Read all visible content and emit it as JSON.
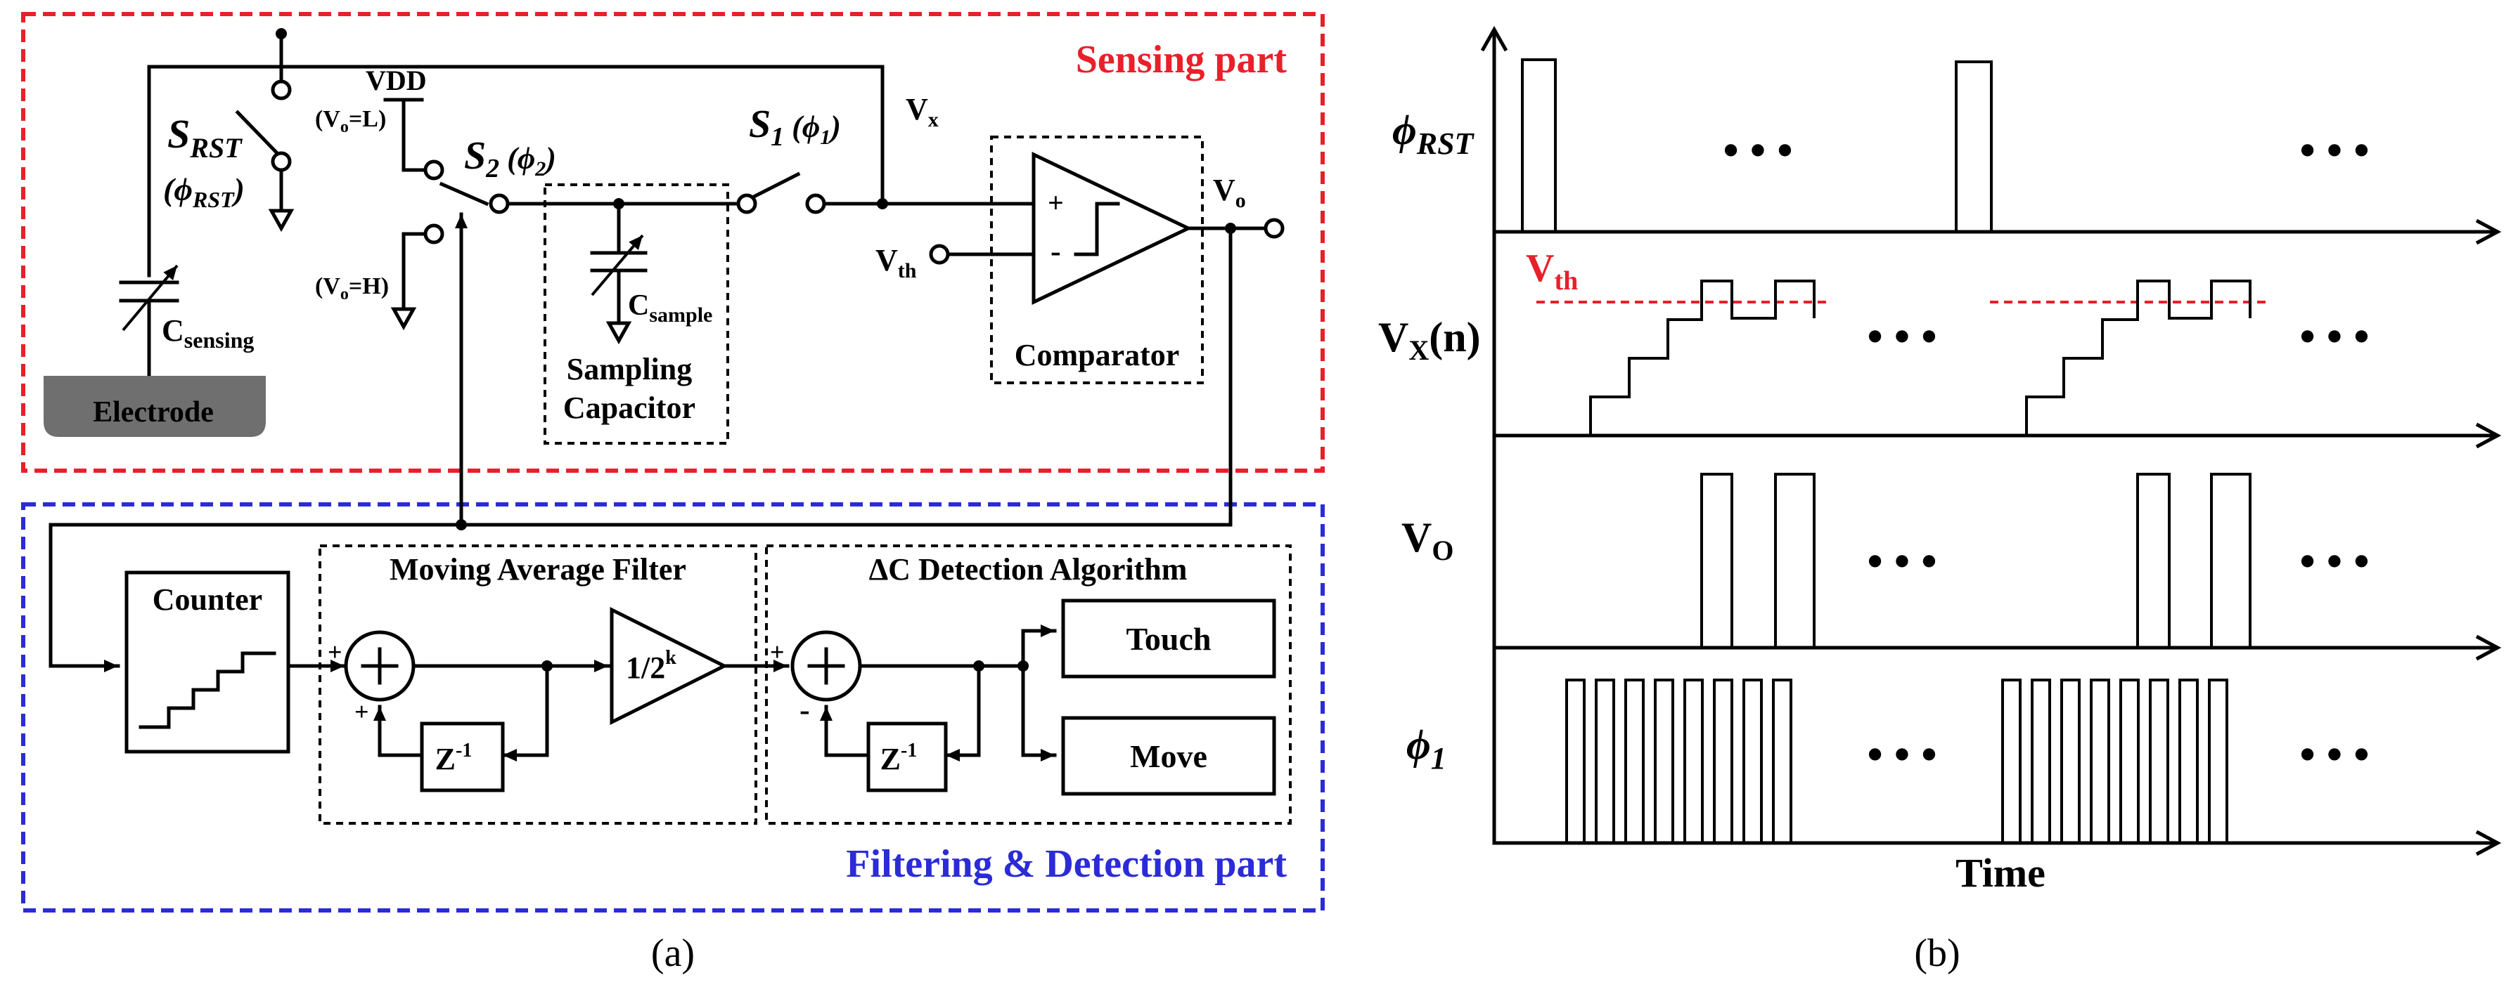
{
  "panel_a": {
    "sensing": {
      "title": "Sensing part",
      "vdd": "VDD",
      "vo_l": "(V",
      "vo_l_sub": "o",
      "vo_l_end": "=L)",
      "vo_h": "(V",
      "vo_h_sub": "o",
      "vo_h_end": "=H)",
      "s_rst": "S",
      "s_rst_sub": "RST",
      "phi_rst": "(ϕ",
      "phi_rst_sub": "RST",
      "phi_rst_end": ")",
      "s2": "S",
      "s2_sub": "2",
      "s2_phase": " (ϕ",
      "s2_phase_sub": "2",
      "s2_end": ")",
      "s1": "S",
      "s1_sub": "1",
      "s1_phase": " (ϕ",
      "s1_phase_sub": "1",
      "s1_end": ")",
      "vx": "V",
      "vx_sub": "x",
      "vo": "V",
      "vo_sub": "o",
      "vth": "V",
      "vth_sub": "th",
      "csensing": "C",
      "csensing_sub": "sensing",
      "csample": "C",
      "csample_sub": "sample",
      "electrode": "Electrode",
      "sampling_cap_1": "Sampling",
      "sampling_cap_2": "Capacitor",
      "comparator": "Comparator",
      "plus": "+",
      "minus": "-"
    },
    "filtering": {
      "title": "Filtering & Detection part",
      "counter": "Counter",
      "maf": "Moving Average Filter",
      "dc_algo": "ΔC Detection Algorithm",
      "z_inv": "Z",
      "z_inv_sup": "-1",
      "gain": "1/2",
      "gain_sup": "k",
      "touch": "Touch",
      "move": "Move",
      "plus": "+",
      "minus": "-"
    },
    "caption": "(a)"
  },
  "panel_b": {
    "signals": [
      {
        "label": "ϕ",
        "sub": "RST",
        "italic": true
      },
      {
        "label": "V",
        "sub": "X",
        "end": "(n)",
        "italic": false
      },
      {
        "label": "V",
        "sub": "O",
        "end": "",
        "italic": false
      },
      {
        "label": "ϕ",
        "sub": "1",
        "italic": true
      }
    ],
    "vth": "V",
    "vth_sub": "th",
    "time": "Time",
    "caption": "(b)",
    "ellipsis": "• • •"
  },
  "colors": {
    "sensing_border": "#e8202a",
    "filtering_border": "#2b2bd8",
    "electrode_fill": "#6f6f6f",
    "vth_line": "#e8202a"
  }
}
